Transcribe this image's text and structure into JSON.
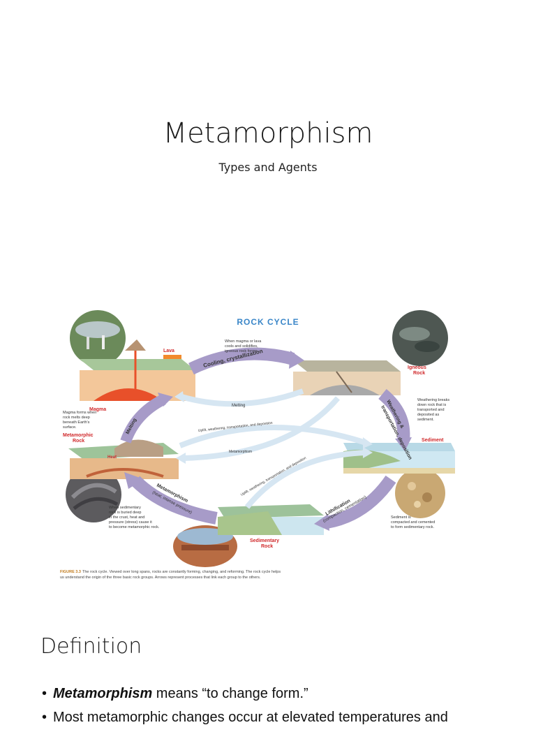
{
  "slide1": {
    "title": "Metamorphism",
    "subtitle": "Types and Agents"
  },
  "figure": {
    "heading": "ROCK CYCLE",
    "nodes": {
      "igneous": "Igneous\nRock",
      "sediment": "Sediment",
      "sedimentary": "Sedimentary\nRock",
      "metamorphic": "Metamorphic\nRock",
      "magma": "Magma",
      "lava": "Lava",
      "heat": "Heat"
    },
    "arrows": {
      "cooling": "Cooling, crystallization",
      "weathering": "Weathering & transportation, deposition",
      "lithification": "Lithification (compaction, cementation)",
      "metamorphism": "Metamorphism (heat, intense pressure)",
      "melting_left": "Melting",
      "melting_center": "Melting",
      "uplift_top": "Uplift, weathering, transportation, and deposition",
      "metamorphism_center": "Metamorphism",
      "uplift_bottom": "Uplift, weathering, transportation, and deposition"
    },
    "notes": {
      "magma_or_lava": "When magma or lava cools and solidifies, igneous rock forms.",
      "weathering_breaks": "Weathering breaks down rock that is transported and deposited as sediment.",
      "sediment_compacted": "Sediment is compacted and cemented to form sedimentary rock.",
      "sedimentary_buried": "When sedimentary rock is buried deep in the crust, heat and pressure (stress) cause it to become metamorphic rock.",
      "magma_forms": "Magma forms when rock melts deep beneath Earth's surface."
    },
    "caption_label": "FIGURE 3.3",
    "caption": "The rock cycle. Viewed over long spans, rocks are constantly forming, changing, and reforming. The rock cycle helps us understand the origin of the three basic rock groups. Arrows represent processes that link each group to the others."
  },
  "slide2": {
    "title": "Definition",
    "bullets": [
      {
        "term": "Metamorphism",
        "text": " means “to change form.”"
      },
      {
        "term": "",
        "text": "Most metamorphic changes occur at elevated temperatures and"
      }
    ]
  },
  "colors": {
    "arrow": "#a79bc8",
    "arrow_light": "#d6e6f2",
    "heading": "#3a86c8",
    "magma": "#e8502a",
    "label_red": "#d0282a"
  }
}
